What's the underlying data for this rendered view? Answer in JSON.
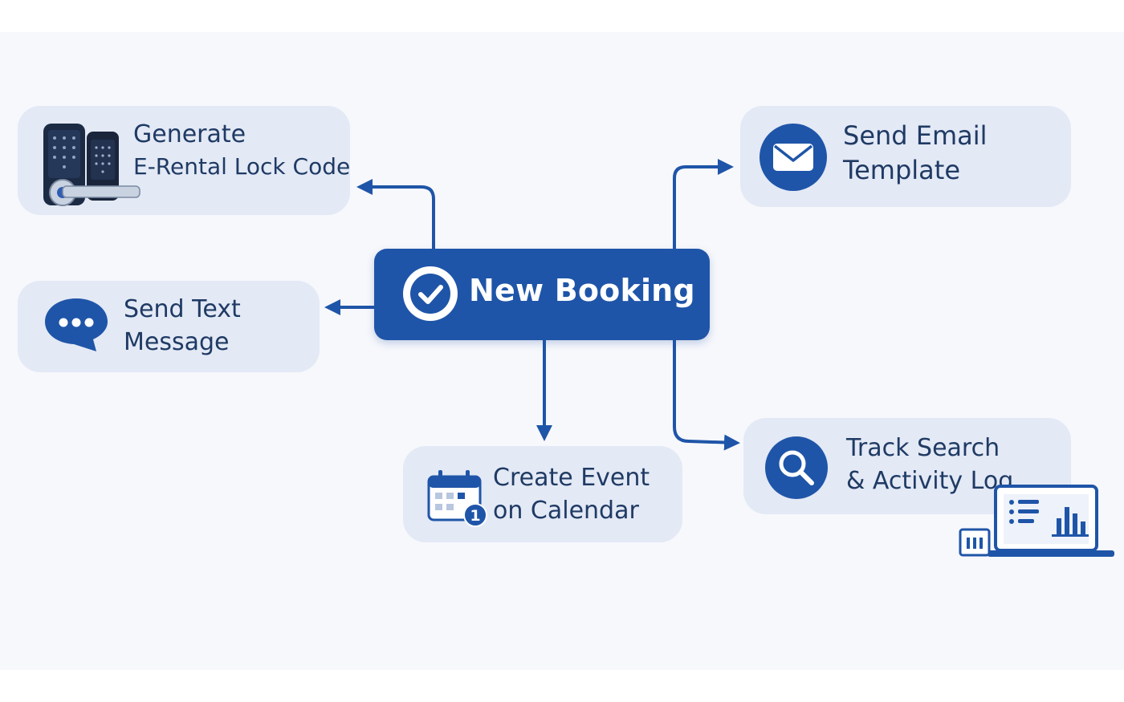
{
  "center": {
    "label": "New Booking",
    "icon": "check-circle-icon"
  },
  "nodes": [
    {
      "id": "lock",
      "lines": [
        "Generate",
        "E-Rental Lock Code"
      ],
      "icon": "smart-lock-icon"
    },
    {
      "id": "text",
      "lines": [
        "Send Text",
        "Message"
      ],
      "icon": "chat-bubble-icon"
    },
    {
      "id": "email",
      "lines": [
        "Send Email",
        "Template"
      ],
      "icon": "envelope-icon"
    },
    {
      "id": "calendar",
      "lines": [
        "Create Event",
        "on Calendar"
      ],
      "icon": "calendar-icon",
      "badge": "1"
    },
    {
      "id": "track",
      "lines": [
        "Track Search",
        "& Activity Log"
      ],
      "icon": "search-icon"
    }
  ],
  "colors": {
    "primary": "#1f55a8",
    "card": "#e3e9f5",
    "text": "#1f3a64",
    "background": "#f7f8fc"
  }
}
